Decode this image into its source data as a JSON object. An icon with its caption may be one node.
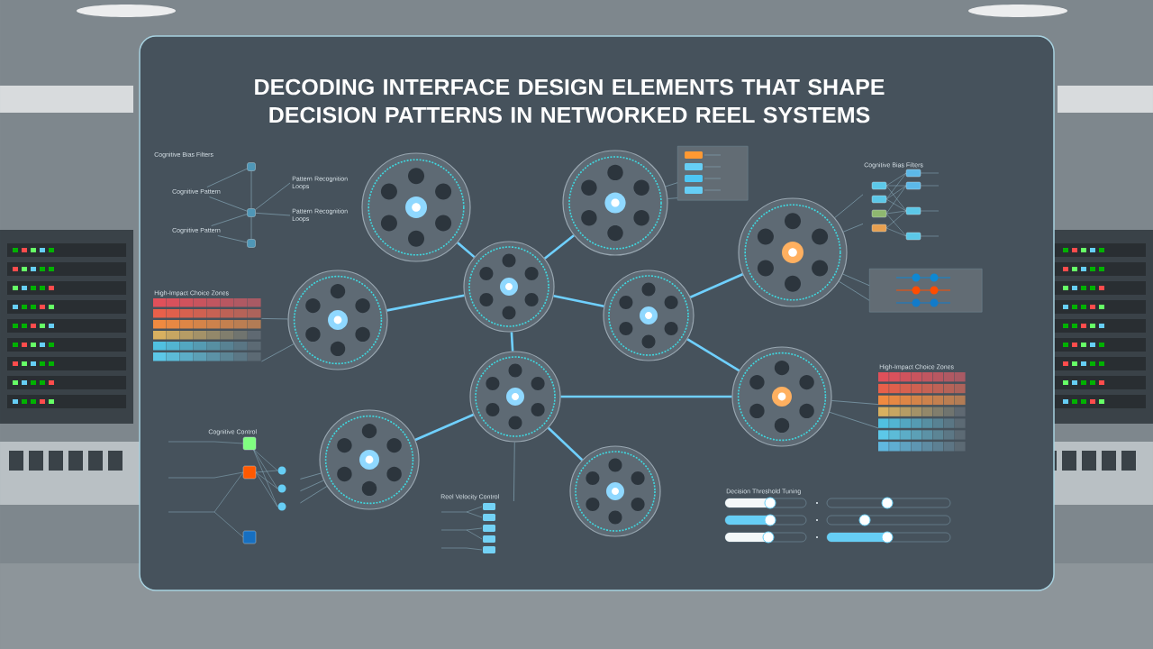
{
  "diagram": {
    "title": "DECODING INTERFACE DESIGN ELEMENTS THAT SHAPE DECISION PATTERNS IN NETWORKED REEL SYSTEMS",
    "nodes": [
      {
        "text": [],
        "shape": "circle"
      },
      {
        "text": [],
        "shape": "circle"
      },
      {
        "text": [],
        "shape": "circle"
      },
      {
        "text": [],
        "shape": "circle"
      },
      {
        "text": [],
        "shape": "circle"
      },
      {
        "text": [],
        "shape": "circle"
      },
      {
        "text": [],
        "shape": "circle"
      },
      {
        "text": [],
        "shape": "circle"
      },
      {
        "text": [],
        "shape": "circle"
      },
      {
        "text": [],
        "shape": "circle"
      },
      {
        "text": [
          "Cognitive Pattern"
        ]
      },
      {
        "text": [
          "Cognitive Pattern"
        ]
      },
      {
        "text": [],
        "shape": "box"
      },
      {
        "text": [],
        "shape": "box"
      },
      {
        "text": [],
        "shape": "box"
      },
      {
        "text": [
          "Pattern Recognition Loops"
        ]
      },
      {
        "text": [
          "Pattern Recognition Loops"
        ]
      },
      {
        "text": [
          "High-Impact Choice Zones"
        ]
      },
      {
        "text": [
          "Cognitive Bias Filters"
        ]
      },
      {
        "text": [],
        "shape": "box"
      },
      {
        "text": [],
        "shape": "box"
      },
      {
        "text": [
          "High-Impact Choice Zones"
        ]
      },
      {
        "text": [
          "Cognitive Control"
        ]
      },
      {
        "text": [
          "Reel Velocity Control"
        ]
      },
      {
        "text": [
          "Decision Threshold Tuning"
        ]
      }
    ],
    "edges": [
      {
        "from": 0,
        "to": 3,
        "arrow": "none",
        "style": "thick",
        "color": "#6fd0ff"
      },
      {
        "from": 1,
        "to": 3,
        "arrow": "none",
        "style": "thick",
        "color": "#6fd0ff"
      },
      {
        "from": 4,
        "to": 3,
        "arrow": "none",
        "style": "thick",
        "color": "#6fd0ff"
      },
      {
        "from": 3,
        "to": 5,
        "arrow": "none",
        "style": "thick",
        "color": "#6fd0ff"
      },
      {
        "from": 5,
        "to": 2,
        "arrow": "none",
        "style": "thick",
        "color": "#6fd0ff"
      },
      {
        "from": 3,
        "to": 6,
        "arrow": "none",
        "style": "thick",
        "color": "#6fd0ff"
      },
      {
        "from": 6,
        "to": 8,
        "arrow": "none",
        "style": "thick",
        "color": "#6fd0ff"
      },
      {
        "from": 6,
        "to": 9,
        "arrow": "none",
        "style": "thick",
        "color": "#6fd0ff"
      },
      {
        "from": 6,
        "to": 7,
        "arrow": "none",
        "style": "thick",
        "color": "#6fd0ff"
      },
      {
        "from": 5,
        "to": 7,
        "arrow": "none",
        "style": "thick",
        "color": "#6fd0ff"
      },
      {
        "from": 10,
        "to": 12,
        "arrow": "none"
      },
      {
        "from": 10,
        "to": 13,
        "arrow": "none"
      },
      {
        "from": 11,
        "to": 13,
        "arrow": "none"
      },
      {
        "from": 11,
        "to": 14,
        "arrow": "none"
      },
      {
        "from": 12,
        "to": 13,
        "arrow": "none"
      },
      {
        "from": 13,
        "to": 14,
        "arrow": "none"
      },
      {
        "from": 13,
        "to": 15,
        "arrow": "none"
      },
      {
        "from": 13,
        "to": 16,
        "arrow": "none"
      },
      {
        "from": 17,
        "to": 4,
        "arrow": "none"
      },
      {
        "from": 17,
        "to": 4,
        "arrow": "none"
      },
      {
        "from": 21,
        "to": 7,
        "arrow": "none"
      },
      {
        "from": 21,
        "to": 7,
        "arrow": "none"
      },
      {
        "from": 18,
        "to": 2,
        "arrow": "none"
      },
      {
        "from": 18,
        "to": 2,
        "arrow": "none"
      },
      {
        "from": 19,
        "to": 1,
        "arrow": "none"
      },
      {
        "from": 19,
        "to": 1,
        "arrow": "none"
      },
      {
        "from": 20,
        "to": 2,
        "arrow": "none"
      },
      {
        "from": 20,
        "to": 2,
        "arrow": "none"
      },
      {
        "from": 22,
        "to": 8,
        "arrow": "none"
      },
      {
        "from": 22,
        "to": 8,
        "arrow": "none"
      },
      {
        "from": 22,
        "to": 8,
        "arrow": "none"
      },
      {
        "from": 23,
        "to": 6,
        "arrow": "none"
      }
    ],
    "labels": [
      "Cognitive Bias Filters"
    ]
  }
}
